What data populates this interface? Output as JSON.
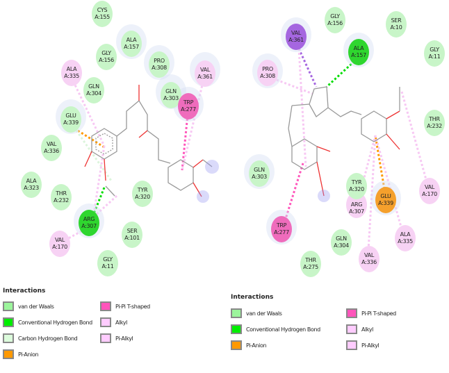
{
  "colors": {
    "van_der_waals": "#9cf59c",
    "conventional_hbond": "#00ee00",
    "carbon_hbond": "#dcfcdc",
    "pi_anion": "#ff9900",
    "pi_pi_tshaped": "#ff55bb",
    "alkyl": "#ffccff",
    "pi_alkyl": "#ffccff",
    "pi_sigma": "#a566e0"
  },
  "left": {
    "residues": [
      {
        "name": "CYS",
        "id": "A:155"
      },
      {
        "name": "ALA",
        "id": "A:157"
      },
      {
        "name": "GLY",
        "id": "A:156"
      },
      {
        "name": "PRO",
        "id": "A:308"
      },
      {
        "name": "ALA",
        "id": "A:335"
      },
      {
        "name": "VAL",
        "id": "A:361"
      },
      {
        "name": "GLN",
        "id": "A:304"
      },
      {
        "name": "GLN",
        "id": "A:303"
      },
      {
        "name": "TRP",
        "id": "A:277"
      },
      {
        "name": "GLU",
        "id": "A:339"
      },
      {
        "name": "VAL",
        "id": "A:336"
      },
      {
        "name": "ALA",
        "id": "A:323"
      },
      {
        "name": "THR",
        "id": "A:232"
      },
      {
        "name": "TYR",
        "id": "A:320"
      },
      {
        "name": "ARG",
        "id": "A:307"
      },
      {
        "name": "VAL",
        "id": "A:170"
      },
      {
        "name": "SER",
        "id": "A:101"
      },
      {
        "name": "GLY",
        "id": "A:11"
      }
    ],
    "legend": {
      "title": "Interactions",
      "items": [
        "van der Waals",
        "Conventional Hydrogen Bond",
        "Carbon Hydrogen Bond",
        "Pi-Anion",
        "Pi-Pi T-shaped",
        "Alkyl",
        "Pi-Alkyl"
      ]
    }
  },
  "right": {
    "residues": [
      {
        "name": "GLY",
        "id": "A:156"
      },
      {
        "name": "SER",
        "id": "A:10"
      },
      {
        "name": "VAL",
        "id": "A:361"
      },
      {
        "name": "ALA",
        "id": "A:157"
      },
      {
        "name": "GLY",
        "id": "A:11"
      },
      {
        "name": "PRO",
        "id": "A:308"
      },
      {
        "name": "THR",
        "id": "A:232"
      },
      {
        "name": "GLN",
        "id": "A:303"
      },
      {
        "name": "TYR",
        "id": "A:320"
      },
      {
        "name": "ARG",
        "id": "A:307"
      },
      {
        "name": "GLU",
        "id": "A:339"
      },
      {
        "name": "VAL",
        "id": "A:170"
      },
      {
        "name": "TRP",
        "id": "A:277"
      },
      {
        "name": "ALA",
        "id": "A:335"
      },
      {
        "name": "GLN",
        "id": "A:304"
      },
      {
        "name": "VAL",
        "id": "A:336"
      },
      {
        "name": "THR",
        "id": "A:275"
      }
    ],
    "legend": {
      "title": "Interactions",
      "items": [
        "van der Waals",
        "Conventional Hydrogen Bond",
        "Pi-Anion",
        "Pi-Pi T-shaped",
        "Alkyl",
        "Pi-Alkyl"
      ]
    }
  }
}
